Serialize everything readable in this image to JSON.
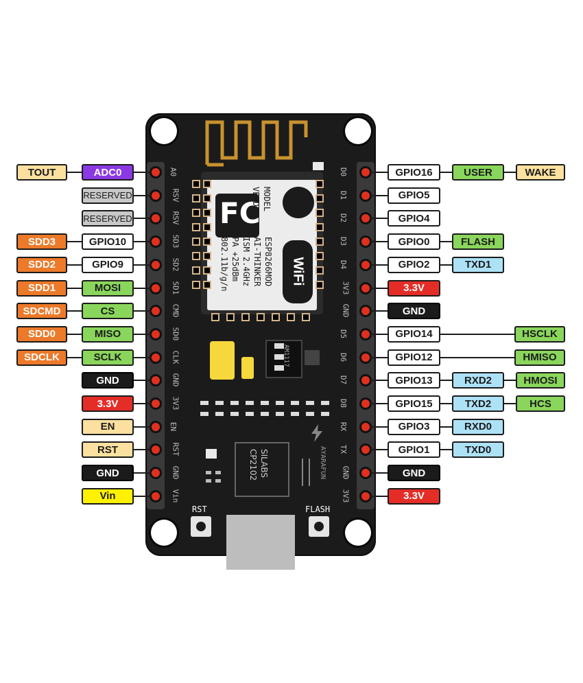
{
  "colors": {
    "white": "#ffffff",
    "dark": "#1b1b1b",
    "red": "#e52d28",
    "gray": "#c8c8c8",
    "cream": "#fbe09f",
    "purple": "#8b39e3",
    "orange": "#ec7a2a",
    "green": "#8ad65c",
    "blue": "#ade1f6",
    "yellow": "#fff200",
    "darkgreen": "#2fb34a"
  },
  "board": {
    "module_lines": [
      "MODEL",
      "VENDOR",
      "ESP8266MOD",
      "AI-THINKER",
      "ISM 2.4GHz",
      "PA +25dBm",
      "802.11b/g/n"
    ],
    "fc_logo": "FC",
    "wifi_logo": "WiFi",
    "regulator": "AM1117",
    "usb_chip": [
      "SILABS",
      "CP2102"
    ],
    "maker": "AYARAFUN",
    "buttons": {
      "rst": "RST",
      "flash": "FLASH"
    },
    "left_silk": [
      "A0",
      "RSV",
      "RSV",
      "SD3",
      "SD2",
      "SD1",
      "CMD",
      "SD0",
      "CLK",
      "GND",
      "3V3",
      "EN",
      "RST",
      "GND",
      "Vin"
    ],
    "right_silk": [
      "D0",
      "D1",
      "D2",
      "D3",
      "D4",
      "3V3",
      "GND",
      "D5",
      "D6",
      "D7",
      "D8",
      "RX",
      "TX",
      "GND",
      "3V3"
    ]
  },
  "left_rows": [
    [
      {
        "text": "TOUT",
        "color": "cream"
      },
      {
        "text": "ADC0",
        "color": "purple"
      }
    ],
    [
      {
        "text": "RESERVED",
        "color": "gray"
      }
    ],
    [
      {
        "text": "RESERVED",
        "color": "gray"
      }
    ],
    [
      {
        "text": "SDD3",
        "color": "orange"
      },
      {
        "text": "GPIO10",
        "color": "white"
      }
    ],
    [
      {
        "text": "SDD2",
        "color": "orange"
      },
      {
        "text": "GPIO9",
        "color": "white"
      }
    ],
    [
      {
        "text": "SDD1",
        "color": "orange"
      },
      {
        "text": "MOSI",
        "color": "green"
      }
    ],
    [
      {
        "text": "SDCMD",
        "color": "orange"
      },
      {
        "text": "CS",
        "color": "green"
      }
    ],
    [
      {
        "text": "SDD0",
        "color": "orange"
      },
      {
        "text": "MISO",
        "color": "green"
      }
    ],
    [
      {
        "text": "SDCLK",
        "color": "orange"
      },
      {
        "text": "SCLK",
        "color": "green"
      }
    ],
    [
      {
        "text": "GND",
        "color": "dark"
      }
    ],
    [
      {
        "text": "3.3V",
        "color": "red"
      }
    ],
    [
      {
        "text": "EN",
        "color": "cream"
      }
    ],
    [
      {
        "text": "RST",
        "color": "cream"
      }
    ],
    [
      {
        "text": "GND",
        "color": "dark"
      }
    ],
    [
      {
        "text": "Vin",
        "color": "yellow"
      }
    ]
  ],
  "right_rows": [
    [
      {
        "text": "GPIO16",
        "color": "white"
      },
      {
        "text": "USER",
        "color": "green"
      },
      {
        "text": "WAKE",
        "color": "cream"
      }
    ],
    [
      {
        "text": "GPIO5",
        "color": "white"
      }
    ],
    [
      {
        "text": "GPIO4",
        "color": "white"
      }
    ],
    [
      {
        "text": "GPIO0",
        "color": "white"
      },
      {
        "text": "FLASH",
        "color": "green"
      }
    ],
    [
      {
        "text": "GPIO2",
        "color": "white"
      },
      {
        "text": "TXD1",
        "color": "blue"
      }
    ],
    [
      {
        "text": "3.3V",
        "color": "red"
      }
    ],
    [
      {
        "text": "GND",
        "color": "dark"
      }
    ],
    [
      {
        "text": "GPIO14",
        "color": "white"
      },
      {
        "text": "HSCLK",
        "color": "green",
        "far": true
      }
    ],
    [
      {
        "text": "GPIO12",
        "color": "white"
      },
      {
        "text": "HMISO",
        "color": "green",
        "far": true
      }
    ],
    [
      {
        "text": "GPIO13",
        "color": "white"
      },
      {
        "text": "RXD2",
        "color": "blue"
      },
      {
        "text": "HMOSI",
        "color": "green"
      }
    ],
    [
      {
        "text": "GPIO15",
        "color": "white"
      },
      {
        "text": "TXD2",
        "color": "blue"
      },
      {
        "text": "HCS",
        "color": "green"
      }
    ],
    [
      {
        "text": "GPIO3",
        "color": "white"
      },
      {
        "text": "RXD0",
        "color": "blue"
      }
    ],
    [
      {
        "text": "GPIO1",
        "color": "white"
      },
      {
        "text": "TXD0",
        "color": "blue"
      }
    ],
    [
      {
        "text": "GND",
        "color": "dark"
      }
    ],
    [
      {
        "text": "3.3V",
        "color": "red"
      }
    ]
  ]
}
